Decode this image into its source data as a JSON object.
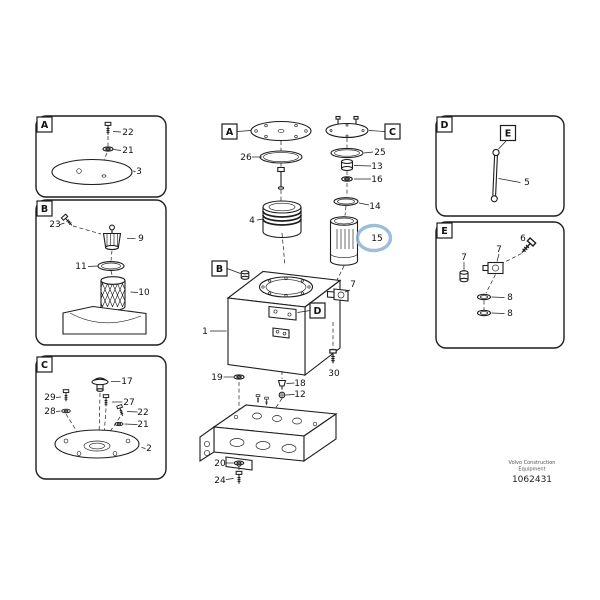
{
  "diagram": {
    "brand_line1": "Volvo Construction",
    "brand_line2": "Equipment",
    "doc_number": "1062431",
    "highlight": {
      "part": "15",
      "color": "#8ab4d4"
    },
    "letters": {
      "A": "A",
      "B": "B",
      "C": "C",
      "D": "D",
      "E": "E"
    },
    "parts": {
      "p1": "1",
      "p2": "2",
      "p3": "3",
      "p4": "4",
      "p5": "5",
      "p6": "6",
      "p7": "7",
      "p8": "8",
      "p9": "9",
      "p10": "10",
      "p11": "11",
      "p12": "12",
      "p13": "13",
      "p14": "14",
      "p15": "15",
      "p16": "16",
      "p17": "17",
      "p18": "18",
      "p19": "19",
      "p20": "20",
      "p21": "21",
      "p22": "22",
      "p23": "23",
      "p24": "24",
      "p25": "25",
      "p26": "26",
      "p27": "27",
      "p28": "28",
      "p29": "29",
      "p30": "30"
    }
  }
}
